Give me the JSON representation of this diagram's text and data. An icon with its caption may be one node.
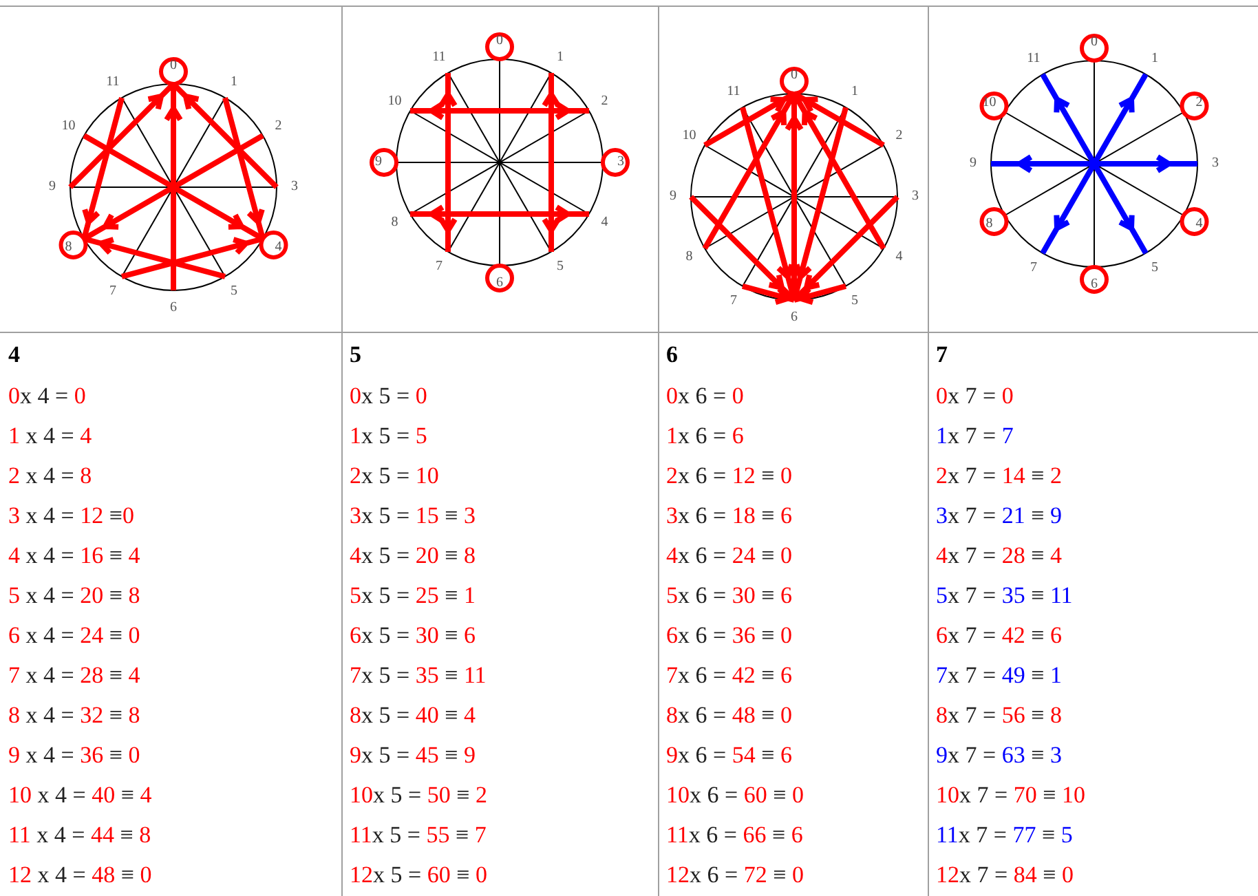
{
  "diagram": {
    "labels": [
      "0",
      "1",
      "2",
      "3",
      "4",
      "5",
      "6",
      "7",
      "8",
      "9",
      "10",
      "11",
      "0",
      "1",
      "2",
      "3",
      "4",
      "5",
      "6",
      "7",
      "8",
      "9",
      "10",
      "11",
      "0",
      "1",
      "2",
      "3",
      "4",
      "5",
      "6",
      "7",
      "8",
      "9",
      "10",
      "11",
      "0",
      "1",
      "2",
      "3",
      "4",
      "5",
      "6",
      "7",
      "8",
      "9",
      "10",
      "11",
      "4",
      "5",
      "6",
      "7",
      "0x 4 = 0",
      "0x 5 = 0",
      "0x 6 = 0",
      "0x 7 = 0",
      "1 x 4 = 4",
      "1x 5 = 5",
      "1x 6 = 6",
      "1x 7 = 7",
      "2 x 4 = 8",
      "2x 5 = 10",
      "2x 6 = 12 ≡ 0",
      "2x 7 = 14 ≡ 2",
      "3 x 4 = 12 ≡0",
      "3x 5 = 15 ≡ 3",
      "3x 6 = 18 ≡ 6",
      "3x 7 = 21 ≡ 9",
      "4 x 4 = 16 ≡ 4",
      "4x 5 = 20 ≡ 8",
      "4x 6 = 24 ≡ 0",
      "4x 7 = 28 ≡ 4",
      "5 x 4 = 20 ≡ 8",
      "5x 5 = 25 ≡ 1",
      "5x 6 = 30 ≡ 6",
      "5x 7 = 35 ≡ 11",
      "6 x 4 = 24 ≡ 0",
      "6x 5 = 30 ≡ 6",
      "6x 6 = 36 ≡ 0",
      "6x 7 = 42 ≡ 6",
      "7 x 4 = 28 ≡ 4",
      "7x 5 = 35 ≡ 11",
      "7x 6 = 42 ≡ 6",
      "7x 7 = 49 ≡ 1",
      "8 x 4 = 32 ≡ 8",
      "8x 5 = 40 ≡ 4",
      "8x 6 = 48 ≡ 0",
      "8x 7 = 56 ≡ 8",
      "9 x 4 = 36 ≡ 0",
      "9x 5 = 45 ≡ 9",
      "9x 6 = 54 ≡ 6",
      "9x 7 = 63 ≡ 3",
      "10 x 4 = 40 ≡ 4",
      "10x 5 = 50 ≡ 2",
      "10x 6 = 60 ≡ 0",
      "10x 7 = 70 ≡ 10",
      "11 x 4 = 44 ≡ 8",
      "11x 5 = 55 ≡ 7",
      "11x 6 = 66 ≡ 6",
      "11x 7 = 77 ≡ 5",
      "12 x 4 = 48 ≡ 0",
      "12x 5 = 60 ≡ 0",
      "12x 6 = 72 ≡ 0",
      "12x 7 = 84 ≡ 0"
    ]
  }
}
